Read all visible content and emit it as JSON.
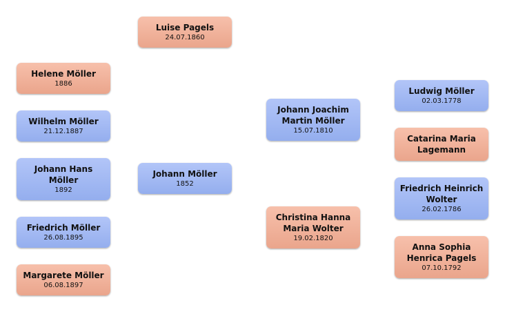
{
  "colors": {
    "female": "#eeae97",
    "male": "#a2b9f3"
  },
  "people": [
    {
      "id": "luise-pagels",
      "name": "Luise Pagels",
      "date": "24.07.1860",
      "gender": "female"
    },
    {
      "id": "helene-moeller",
      "name": "Helene Möller",
      "date": "1886",
      "gender": "female"
    },
    {
      "id": "wilhelm-moeller",
      "name": "Wilhelm Möller",
      "date": "21.12.1887",
      "gender": "male"
    },
    {
      "id": "johann-hans-moeller",
      "name": "Johann Hans Möller",
      "date": "1892",
      "gender": "male"
    },
    {
      "id": "friedrich-moeller",
      "name": "Friedrich Möller",
      "date": "26.08.1895",
      "gender": "male"
    },
    {
      "id": "margarete-moeller",
      "name": "Margarete Möller",
      "date": "06.08.1897",
      "gender": "female"
    },
    {
      "id": "johann-moeller",
      "name": "Johann Möller",
      "date": "1852",
      "gender": "male"
    },
    {
      "id": "johann-joachim-martin-moeller",
      "name": "Johann Joachim Martin Möller",
      "date": "15.07.1810",
      "gender": "male"
    },
    {
      "id": "christina-hanna-maria-wolter",
      "name": "Christina Hanna Maria Wolter",
      "date": "19.02.1820",
      "gender": "female"
    },
    {
      "id": "ludwig-moeller",
      "name": "Ludwig Möller",
      "date": "02.03.1778",
      "gender": "male"
    },
    {
      "id": "catarina-maria-lagemann",
      "name": "Catarina Maria Lagemann",
      "date": "",
      "gender": "female"
    },
    {
      "id": "friedrich-heinrich-wolter",
      "name": "Friedrich Heinrich Wolter",
      "date": "26.02.1786",
      "gender": "male"
    },
    {
      "id": "anna-sophia-henrica-pagels",
      "name": "Anna Sophia Henrica Pagels",
      "date": "07.10.1792",
      "gender": "female"
    }
  ]
}
